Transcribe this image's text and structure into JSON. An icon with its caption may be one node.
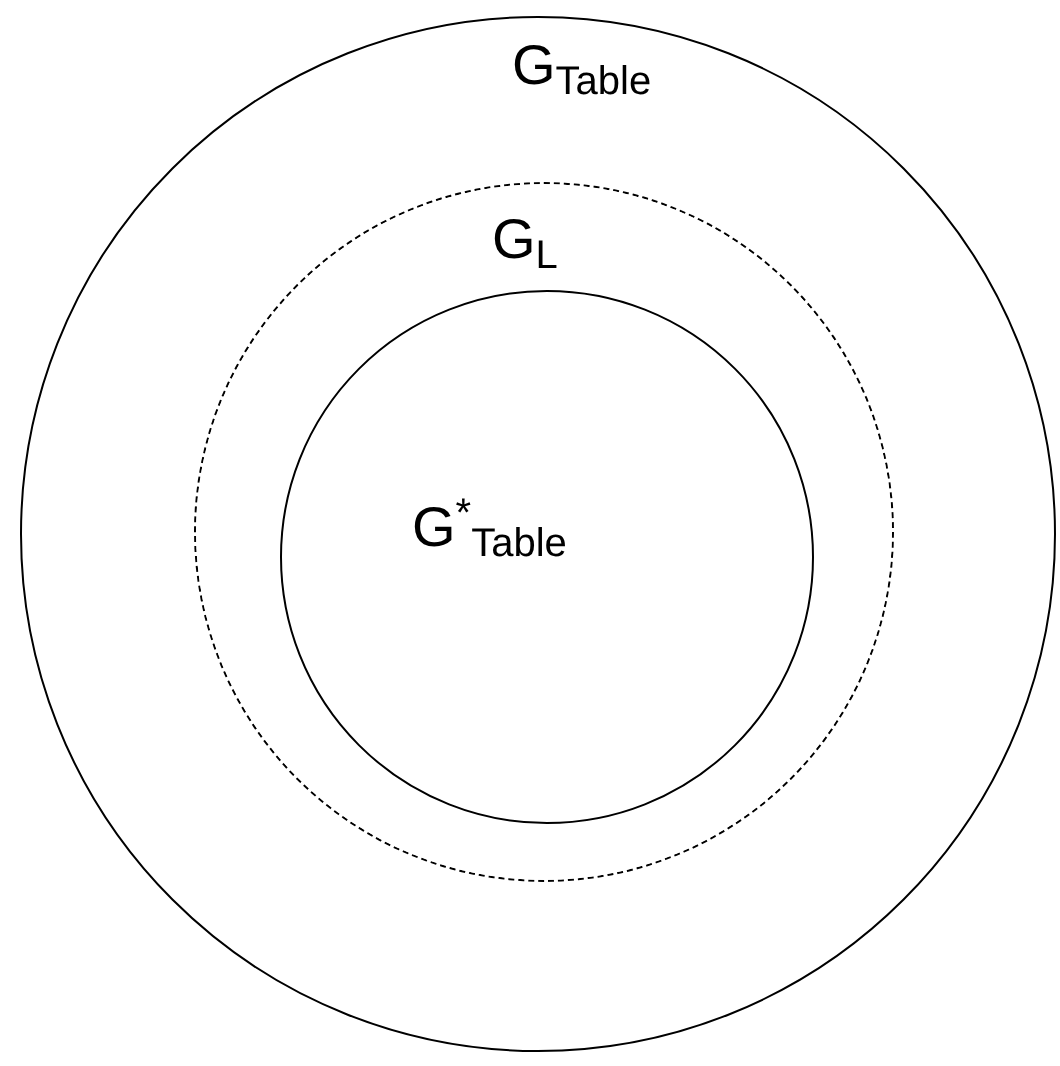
{
  "diagram": {
    "nodes": [
      {
        "text": [
          "G$_{Table}$"
        ]
      },
      {
        "text": [
          "G$_{L}$"
        ],
        "in": 0
      },
      {
        "text": [
          "G$^{*}$$_{Table}$"
        ],
        "in": 1
      }
    ]
  }
}
